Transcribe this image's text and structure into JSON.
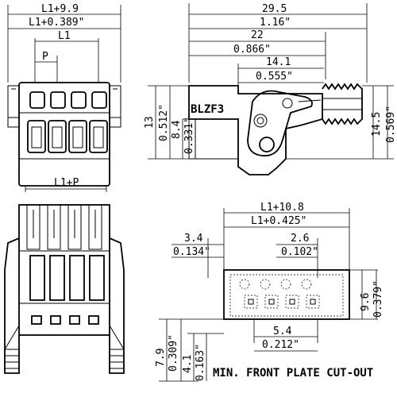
{
  "dims": {
    "front_w_mm": "L1+9.9",
    "front_w_in": "L1+0.389\"",
    "front_l1": "L1",
    "front_p": "P",
    "front_l1p": "L1+P",
    "side_total_mm": "29.5",
    "side_total_in": "1.16\"",
    "side_22_mm": "22",
    "side_22_in": "0.866\"",
    "side_14_mm": "14.1",
    "side_14_in": "0.555\"",
    "side_h13": "13",
    "side_h13_in": "0.512\"",
    "side_h84": "8.4",
    "side_h84_in": "0.331\"",
    "side_h145": "14.5",
    "side_h145_in": "0.569\"",
    "cut_w_mm": "L1+10.8",
    "cut_w_in": "L1+0.425\"",
    "cut_34_mm": "3.4",
    "cut_34_in": "0.134\"",
    "cut_26_mm": "2.6",
    "cut_26_in": "0.102\"",
    "cut_96_mm": "9.6",
    "cut_96_in": "0.379\"",
    "cut_54_mm": "5.4",
    "cut_54_in": "0.212\"",
    "cut_79_mm": "7.9",
    "cut_79_in": "0.309\"",
    "cut_41_mm": "4.1",
    "cut_41_in": "0.163\""
  },
  "labels": {
    "brand": "BLZF3",
    "cutout_caption": "MIN. FRONT PLATE CUT-OUT"
  }
}
